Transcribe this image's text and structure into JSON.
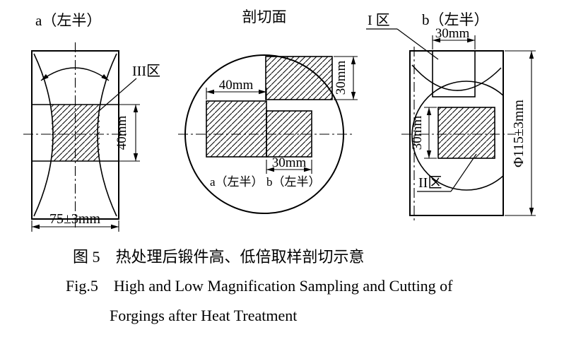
{
  "figure": {
    "panel_a": {
      "title": "a（左半）",
      "zone_label": "III区",
      "dim_band_height": "40mm",
      "dim_width": "75±3mm"
    },
    "panel_section": {
      "title": "剖切面",
      "dim_top_block_height": "30mm",
      "dim_a_width": "40mm",
      "dim_b_width": "30mm",
      "label_a": "a（左半）",
      "label_b": "b（左半）"
    },
    "panel_b": {
      "zone1_label": "I 区",
      "title": "b（左半）",
      "dim_top_width": "30mm",
      "dim_mid_height": "30mm",
      "zone2_label": "II区",
      "dim_diameter": "Φ115±3mm"
    },
    "captions": {
      "cn": "图 5　热处理后锻件高、低倍取样剖切示意",
      "en_line1": "Fig.5    High and Low Magnification Sampling and Cutting of",
      "en_line2": "Forgings after Heat Treatment"
    }
  }
}
